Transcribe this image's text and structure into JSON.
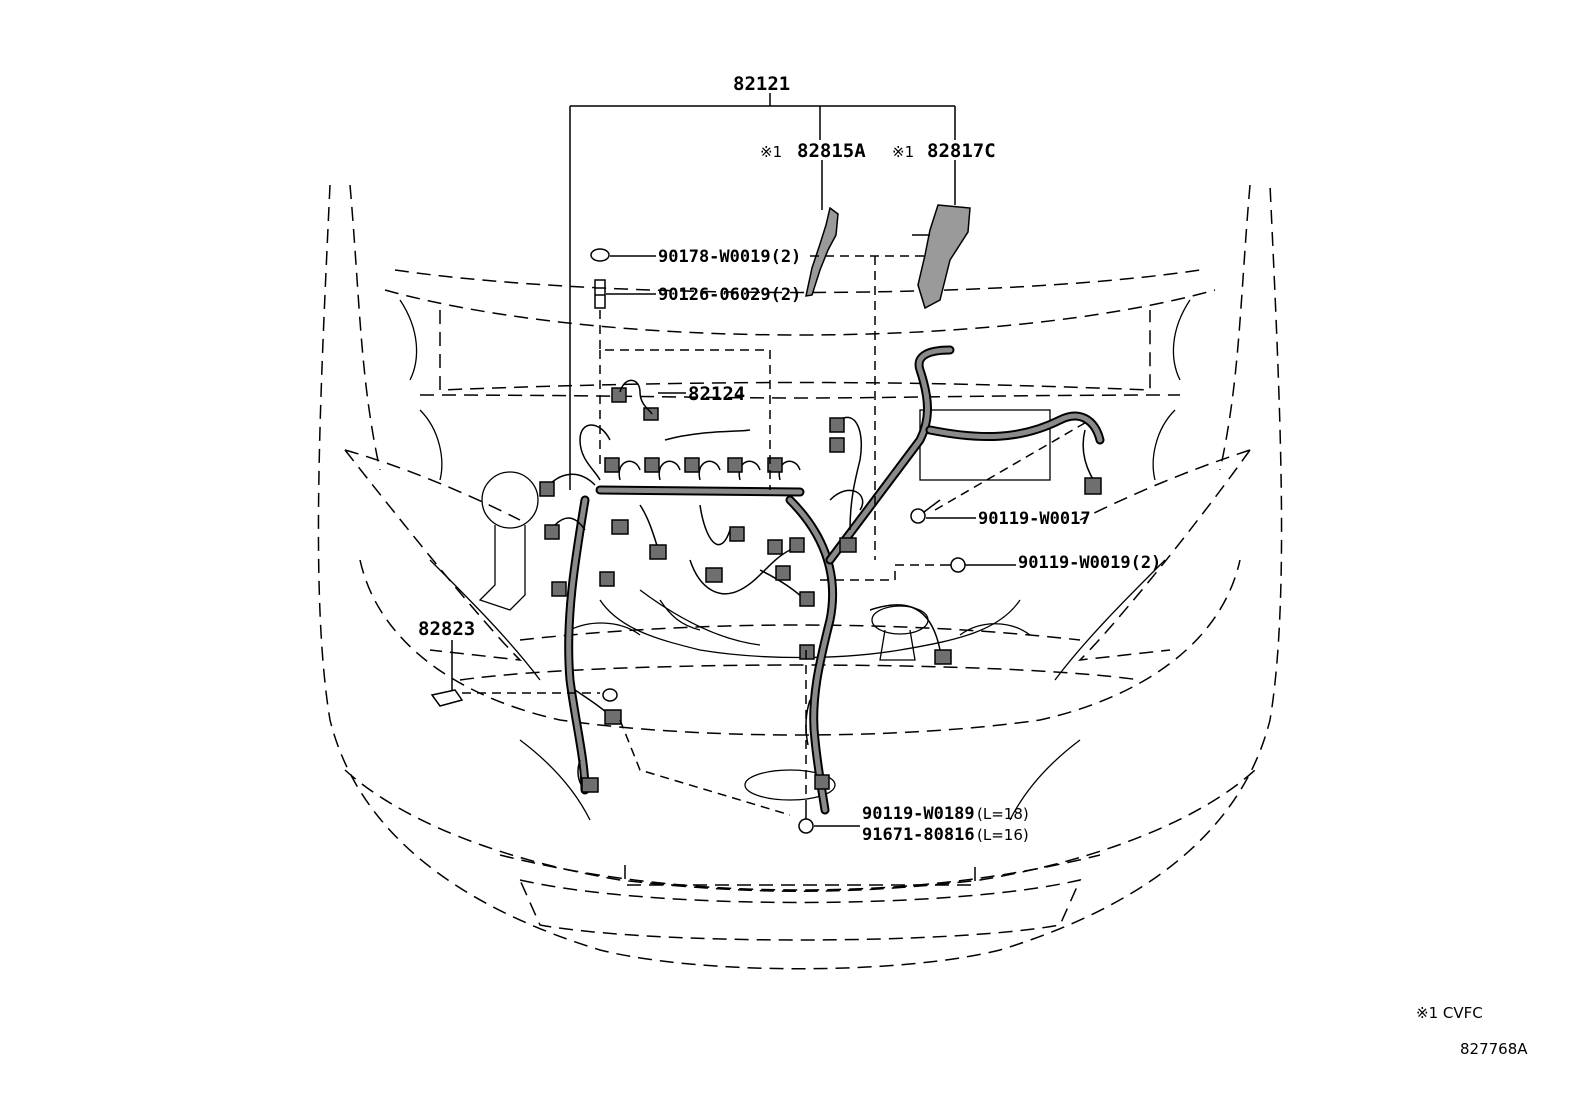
{
  "diagram": {
    "assembly_label": "82121",
    "parts": [
      {
        "id": "82815a",
        "prefix": "※1",
        "code": "82815A"
      },
      {
        "id": "82817c",
        "prefix": "※1",
        "code": "82817C"
      },
      {
        "id": "90178",
        "code": "90178-W0019(2)"
      },
      {
        "id": "90126",
        "code": "90126-06029(2)"
      },
      {
        "id": "82124",
        "code": "82124"
      },
      {
        "id": "90119-w0017",
        "code": "90119-W0017"
      },
      {
        "id": "90119-w0019",
        "code": "90119-W0019(2)"
      },
      {
        "id": "82823",
        "code": "82823"
      },
      {
        "id": "90119-w0189",
        "code": "90119-W0189",
        "length": "(L=18)"
      },
      {
        "id": "91671",
        "code": "91671-80816",
        "length": "(L=16)"
      }
    ],
    "footnote": "※1 CVFC",
    "illustration_id": "827768A"
  }
}
